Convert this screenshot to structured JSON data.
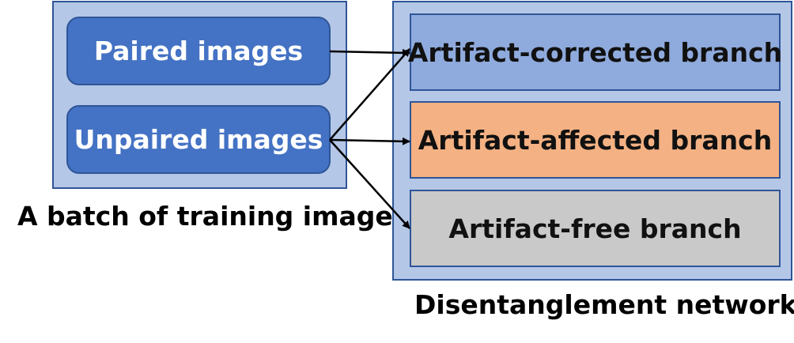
{
  "batch": {
    "caption": "A batch of training images",
    "items": [
      {
        "label": "Paired images"
      },
      {
        "label": "Unpaired images"
      }
    ]
  },
  "network": {
    "caption": "Disentanglement network",
    "branches": [
      {
        "label": "Artifact-corrected branch",
        "color": "#8faadc"
      },
      {
        "label": "Artifact-affected branch",
        "color": "#f4b183"
      },
      {
        "label": "Artifact-free branch",
        "color": "#c9c9c9"
      }
    ]
  },
  "colors": {
    "panel_fill": "#b4c7e7",
    "panel_border": "#2f5597",
    "pill_fill": "#4472c4"
  },
  "connections": [
    {
      "from": "Paired images",
      "to": "Artifact-corrected branch"
    },
    {
      "from": "Unpaired images",
      "to": "Artifact-corrected branch"
    },
    {
      "from": "Unpaired images",
      "to": "Artifact-affected branch"
    },
    {
      "from": "Unpaired images",
      "to": "Artifact-free branch"
    }
  ]
}
